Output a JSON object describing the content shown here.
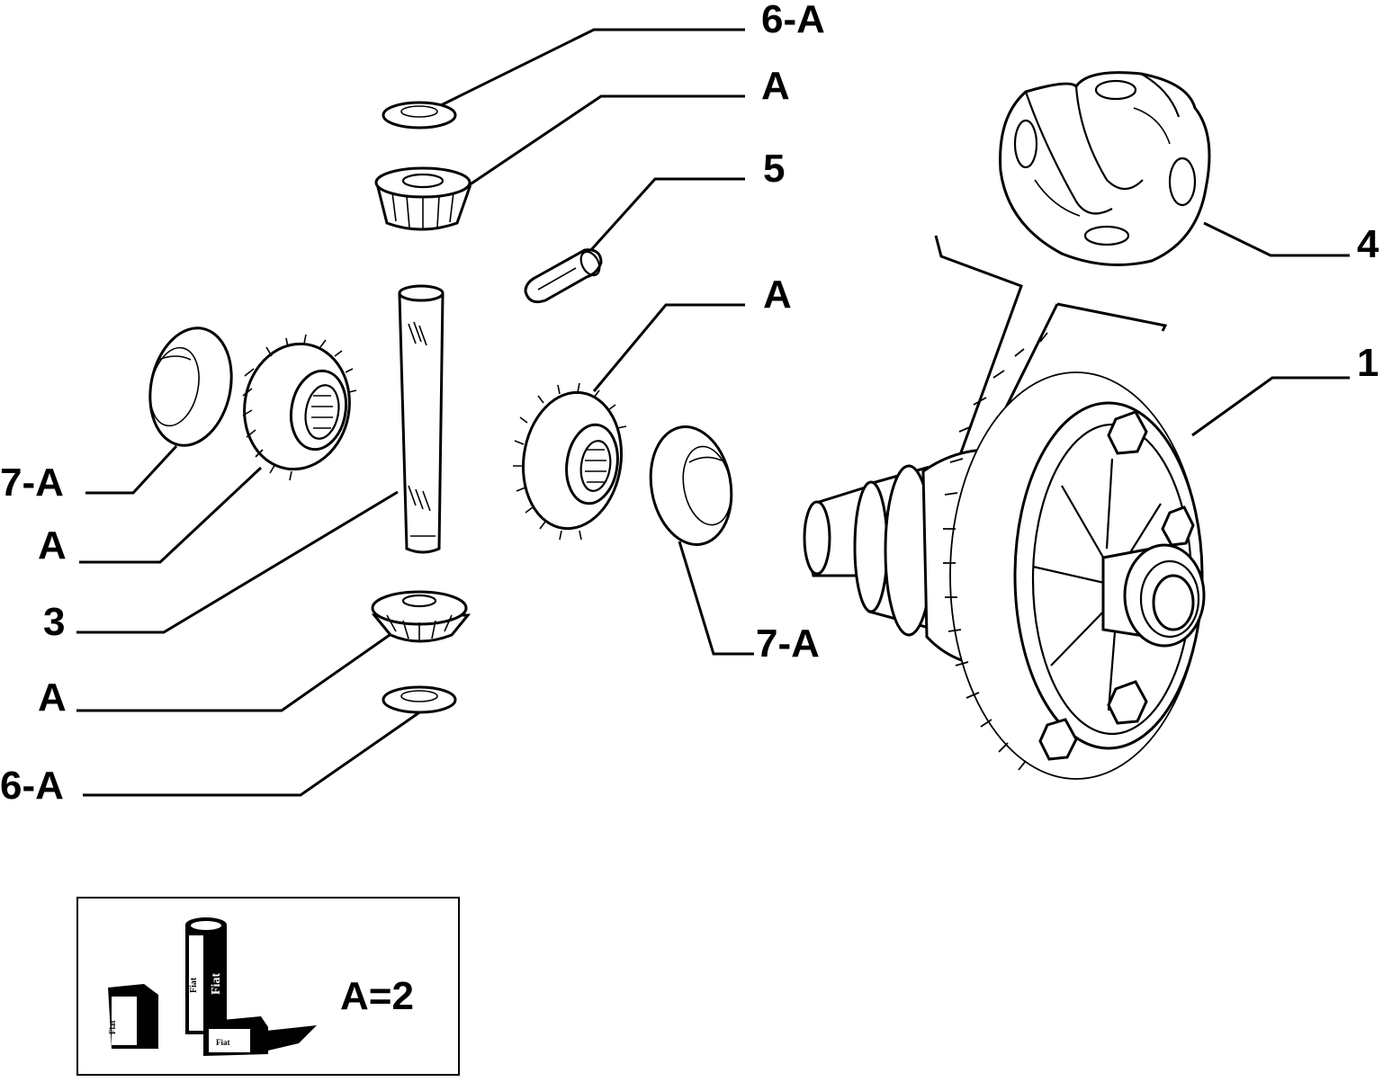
{
  "callouts": [
    {
      "id": "washer-top",
      "text": "6-A"
    },
    {
      "id": "planet-top",
      "text": "A"
    },
    {
      "id": "pin",
      "text": "5"
    },
    {
      "id": "side-gear-right",
      "text": "A"
    },
    {
      "id": "bearing-cap-left",
      "text": "7-A"
    },
    {
      "id": "side-gear-left",
      "text": "A"
    },
    {
      "id": "shaft",
      "text": "3"
    },
    {
      "id": "planet-bottom",
      "text": "A"
    },
    {
      "id": "washer-bottom",
      "text": "6-A"
    },
    {
      "id": "bearing-cap-right",
      "text": "7-A"
    },
    {
      "id": "differential-housing",
      "text": "4"
    },
    {
      "id": "ring-gear-assembly",
      "text": "1"
    }
  ],
  "legend": {
    "kit_text": "A=2",
    "brand_marks": [
      "Fiat",
      "Fiat",
      "Fiat",
      "Fiat"
    ]
  }
}
